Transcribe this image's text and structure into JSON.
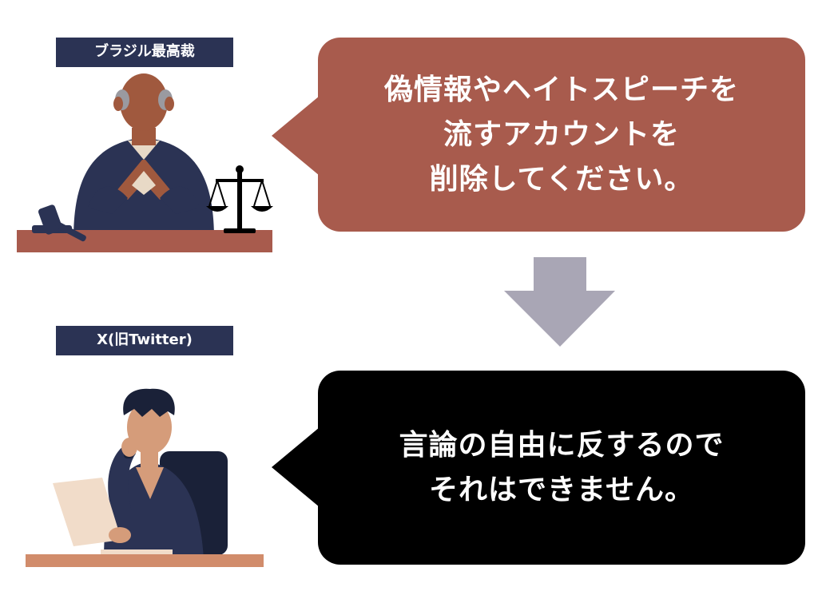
{
  "colors": {
    "navy": "#2b3354",
    "bubble_top": "#a85b4d",
    "bubble_bottom": "#000000",
    "arrow": "#a9a6b5",
    "desk": "#a85b4d",
    "desk_light": "#d18c6b",
    "skin_dark": "#a0593e",
    "skin_light": "#d59c7a",
    "hair": "#1a2138"
  },
  "top": {
    "speaker_label": "ブラジル最高裁",
    "speech": "偽情報やヘイトスピーチを\n流すアカウントを\n削除してください。",
    "icons": [
      "judge-icon",
      "gavel-icon",
      "scales-of-justice-icon"
    ]
  },
  "bottom": {
    "speaker_label": "X(旧Twitter)",
    "speech": "言論の自由に反するので\nそれはできません。",
    "icons": [
      "executive-on-phone-icon",
      "document-icon"
    ]
  },
  "connector": {
    "icon": "down-arrow-icon"
  }
}
